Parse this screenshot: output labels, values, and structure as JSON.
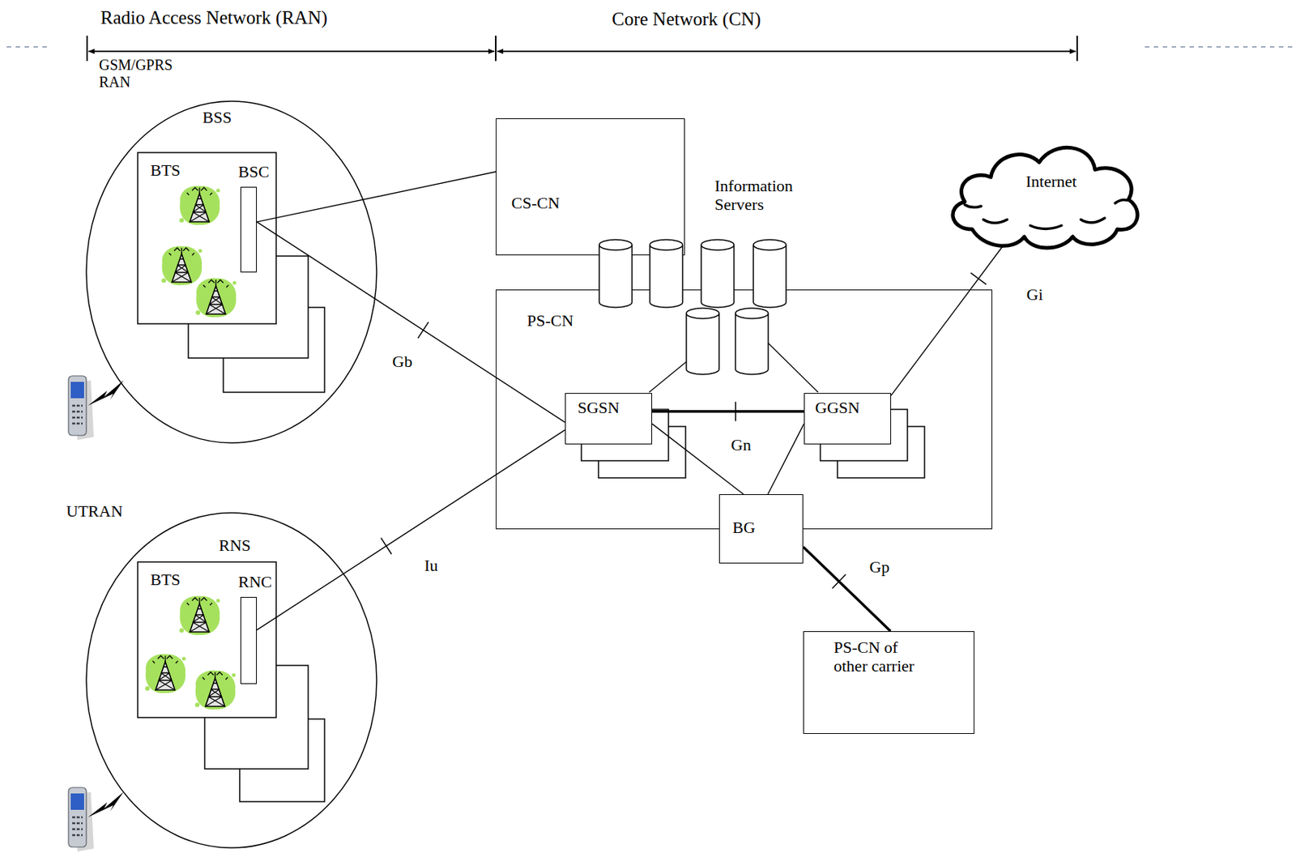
{
  "diagram": {
    "nodes": [
      {
        "text": [
          "BSS"
        ]
      },
      {
        "text": [
          "BSC"
        ],
        "in": 0
      },
      {
        "text": [
          "CS-CN"
        ]
      },
      {
        "text": [
          "Internet"
        ]
      },
      {
        "text": [
          "PS-CN"
        ]
      },
      {
        "text": [
          "SGSN"
        ],
        "in": 4
      },
      {
        "text": [
          "GGSN"
        ],
        "in": 4
      },
      {
        "text": [
          "BG"
        ]
      },
      {
        "text": [
          "RNS"
        ]
      },
      {
        "text": [
          "RNC"
        ],
        "in": 8
      },
      {
        "text": [
          "PS-CN of other carrier"
        ]
      }
    ],
    "edges": [
      {
        "from": 1,
        "to": 2,
        "arrow": "none"
      },
      {
        "from": 1,
        "to": 5,
        "label": "Gb",
        "arrow": "none"
      },
      {
        "from": 9,
        "to": 5,
        "label": "Iu",
        "arrow": "none"
      },
      {
        "from": 5,
        "to": 6,
        "label": "Gn",
        "arrow": "none"
      },
      {
        "from": 5,
        "to": 7,
        "arrow": "none"
      },
      {
        "from": 6,
        "to": 7,
        "arrow": "none"
      },
      {
        "from": 7,
        "to": 10,
        "label": "Gp",
        "arrow": "none"
      },
      {
        "from": 6,
        "to": 3,
        "label": "Gi",
        "arrow": "none"
      }
    ],
    "labels": [
      "Radio Access Network (RAN)",
      "Core Network (CN)",
      "GSM/GPRS RAN",
      "BTS",
      "UTRAN",
      "BTS",
      "Information Servers"
    ]
  }
}
